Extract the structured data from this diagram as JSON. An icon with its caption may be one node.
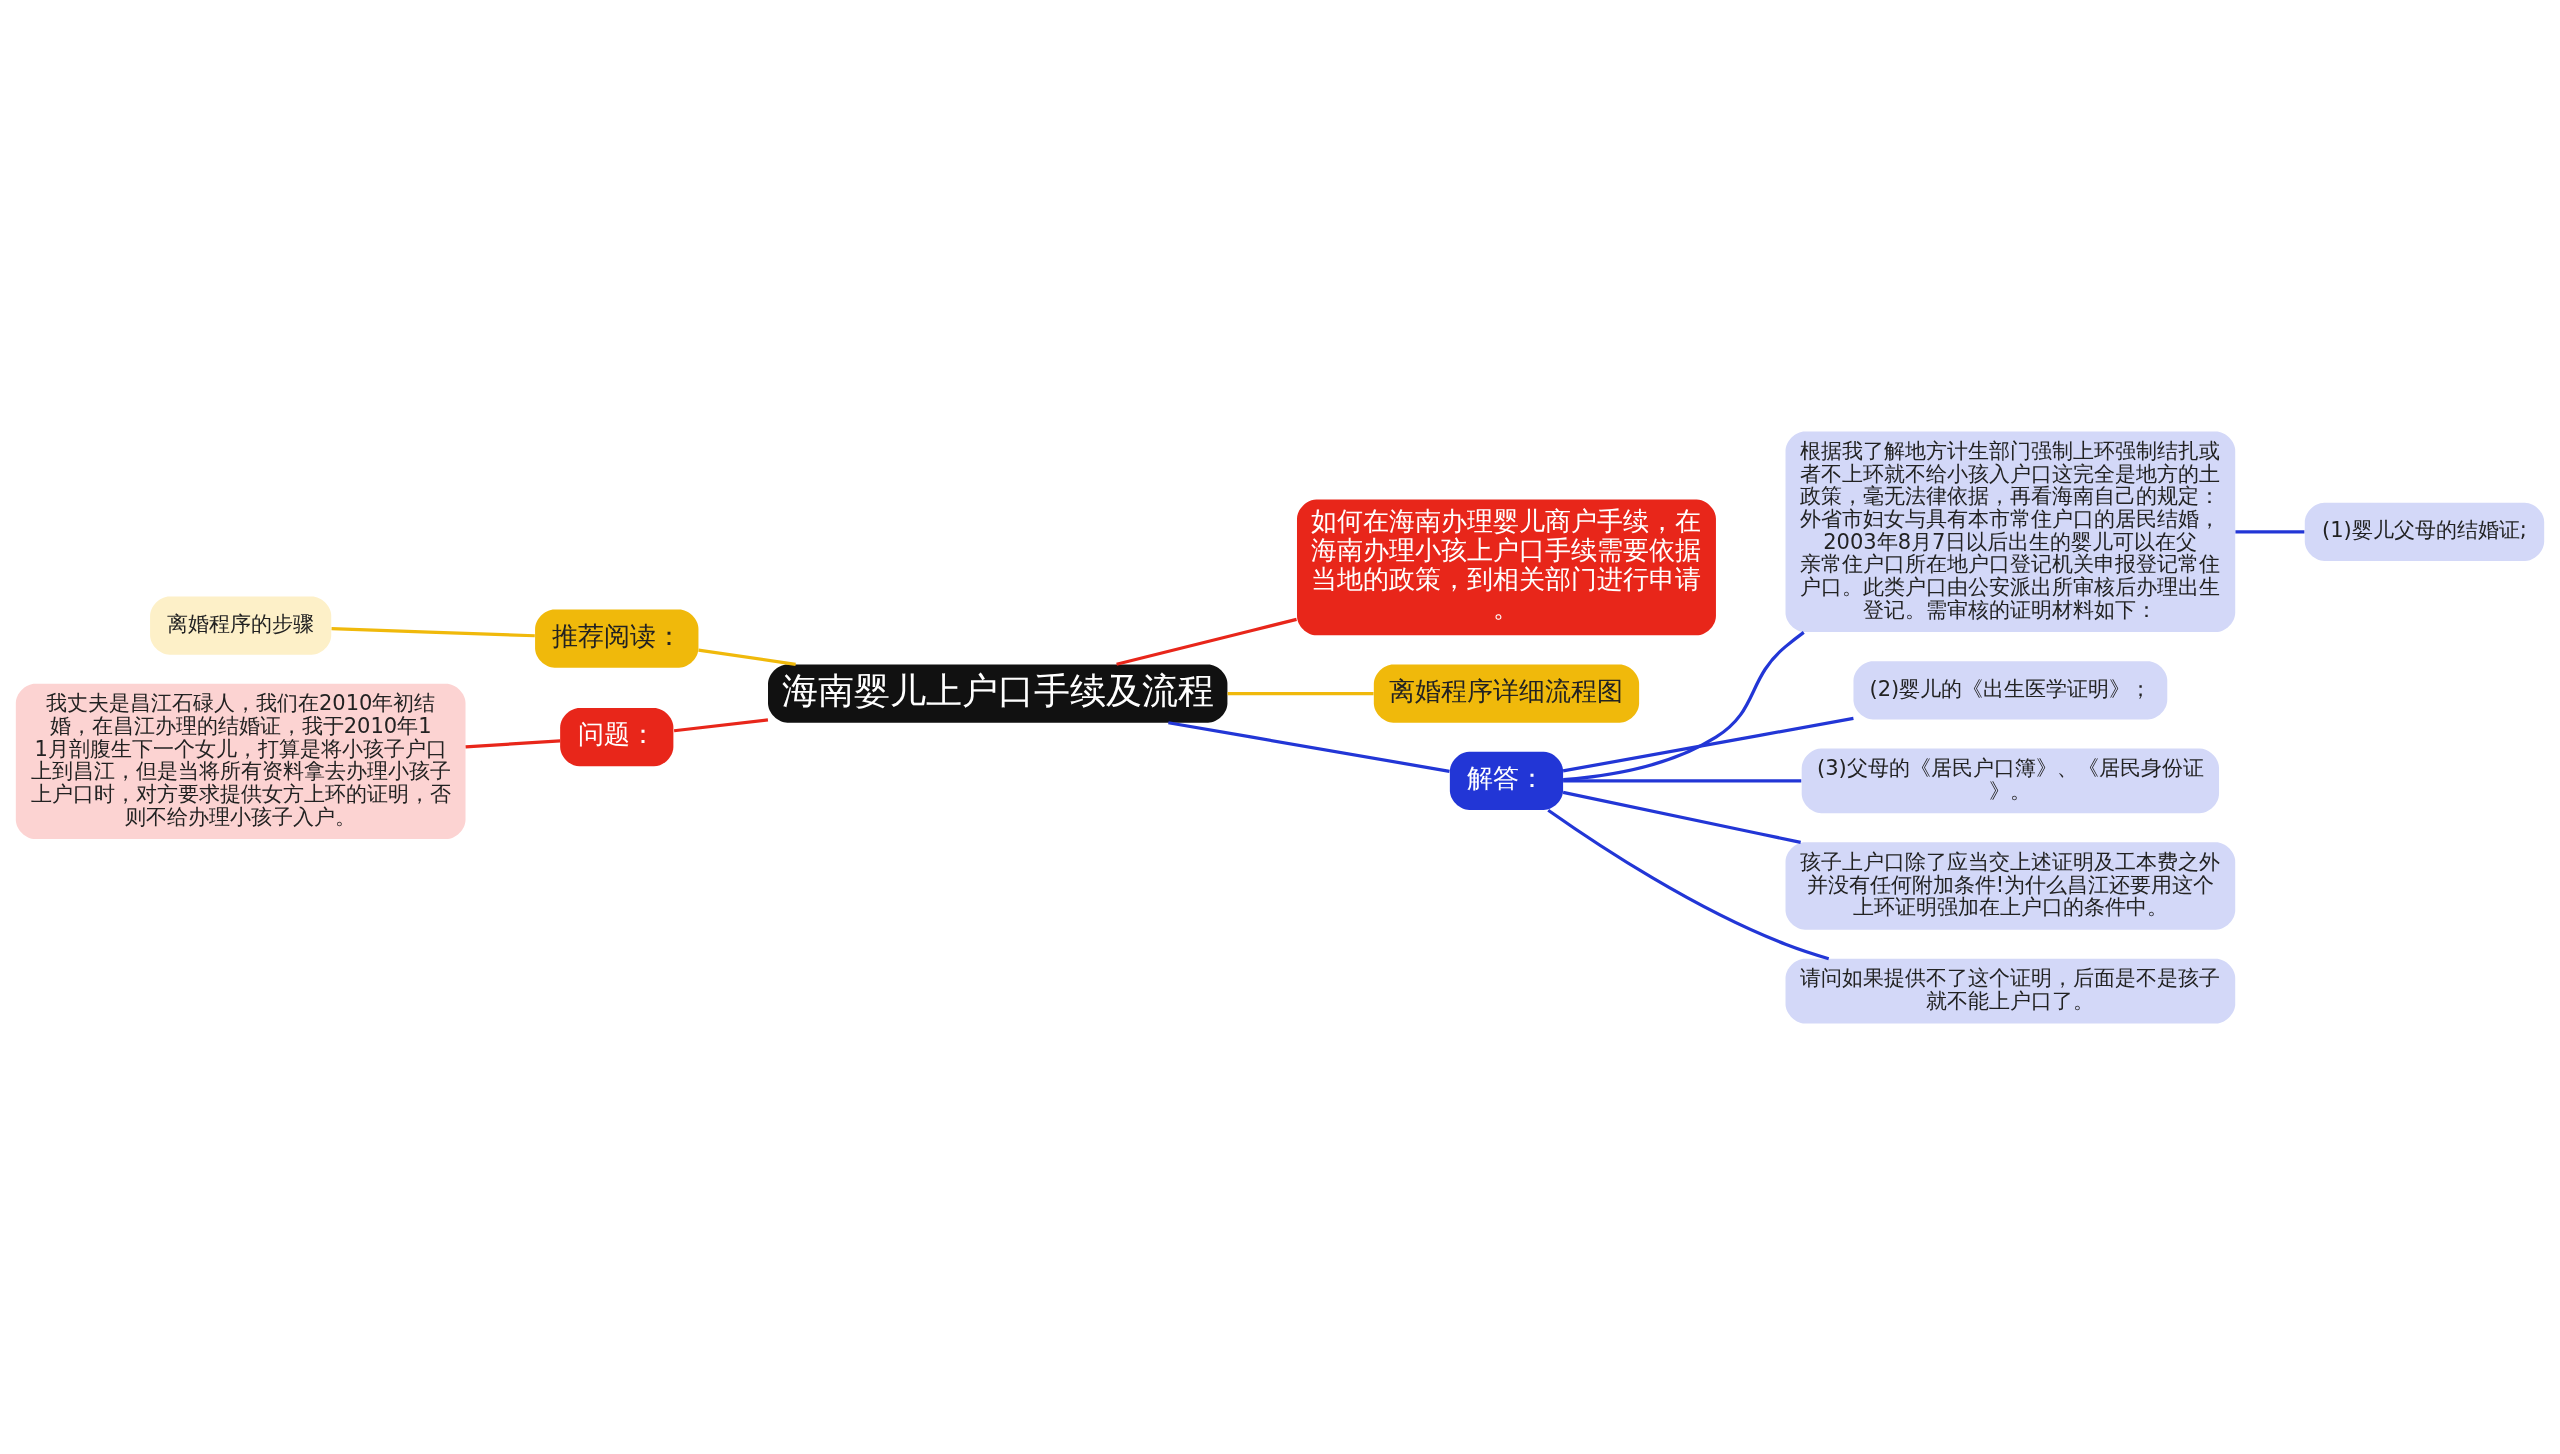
{
  "diagram": {
    "nodes": [
      {
        "text": [
          "海南婴儿上户口手续及流程"
        ]
      },
      {
        "text": [
          "如何在海南办理婴儿商户手续，在海南办理小孩上户口手续需要依据当地的政策，到相关部门进行申请。"
        ]
      },
      {
        "text": [
          "离婚程序详细流程图"
        ]
      },
      {
        "text": [
          "解答："
        ]
      },
      {
        "text": [
          "根据我了解地方计生部门强制上环强制结扎或者不上环就不给小孩入户口这完全是地方的土政策，毫无法律依据，再看海南自己的规定：外省市妇女与具有本市常住户口的居民结婚，2003年8月7日以后出生的婴儿可以在父亲常住户口所在地户口登记机关申报登记常住户口。此类户口由公安派出所审核后办理出生登记。需审核的证明材料如下："
        ]
      },
      {
        "text": [
          "(1)婴儿父母的结婚证;"
        ]
      },
      {
        "text": [
          "(2)婴儿的《出生医学证明》；"
        ]
      },
      {
        "text": [
          "(3)父母的《居民户口簿》、《居民身份证》。"
        ]
      },
      {
        "text": [
          "孩子上户口除了应当交上述证明及工本费之外并没有任何附加条件!为什么昌江还要用这个上环证明强加在上户口的条件中。"
        ]
      },
      {
        "text": [
          "请问如果提供不了这个证明，后面是不是孩子就不能上户口了。"
        ]
      },
      {
        "text": [
          "推荐阅读："
        ]
      },
      {
        "text": [
          "离婚程序的步骤"
        ]
      },
      {
        "text": [
          "问题："
        ]
      },
      {
        "text": [
          "我丈夫是昌江石碌人，我们在2010年初结婚，在昌江办理的结婚证，我于2010年11月剖腹生下一个女儿，打算是将小孩子户口上到昌江，但是当将所有资料拿去办理小孩子上户口时，对方要求提供女方上环的证明，否则不给办理小孩子入户。"
        ]
      }
    ],
    "edges": [
      {
        "from": 0,
        "to": 1,
        "arrow": "none",
        "color": "#e8261a"
      },
      {
        "from": 0,
        "to": 2,
        "arrow": "none",
        "color": "#f0b90b"
      },
      {
        "from": 0,
        "to": 3,
        "arrow": "none"
      },
      {
        "from": 3,
        "to": 4,
        "arrow": "none"
      },
      {
        "from": 4,
        "to": 5,
        "arrow": "none"
      },
      {
        "from": 3,
        "to": 6,
        "arrow": "none"
      },
      {
        "from": 3,
        "to": 7,
        "arrow": "none"
      },
      {
        "from": 3,
        "to": 8,
        "arrow": "none"
      },
      {
        "from": 3,
        "to": 9,
        "arrow": "none"
      },
      {
        "from": 0,
        "to": 10,
        "arrow": "none",
        "color": "#f0b90b"
      },
      {
        "from": 10,
        "to": 11,
        "arrow": "none",
        "color": "#f0b90b"
      },
      {
        "from": 0,
        "to": 12,
        "arrow": "none",
        "color": "#e8261a"
      },
      {
        "from": 12,
        "to": 13,
        "arrow": "none",
        "color": "#e8261a"
      }
    ]
  }
}
